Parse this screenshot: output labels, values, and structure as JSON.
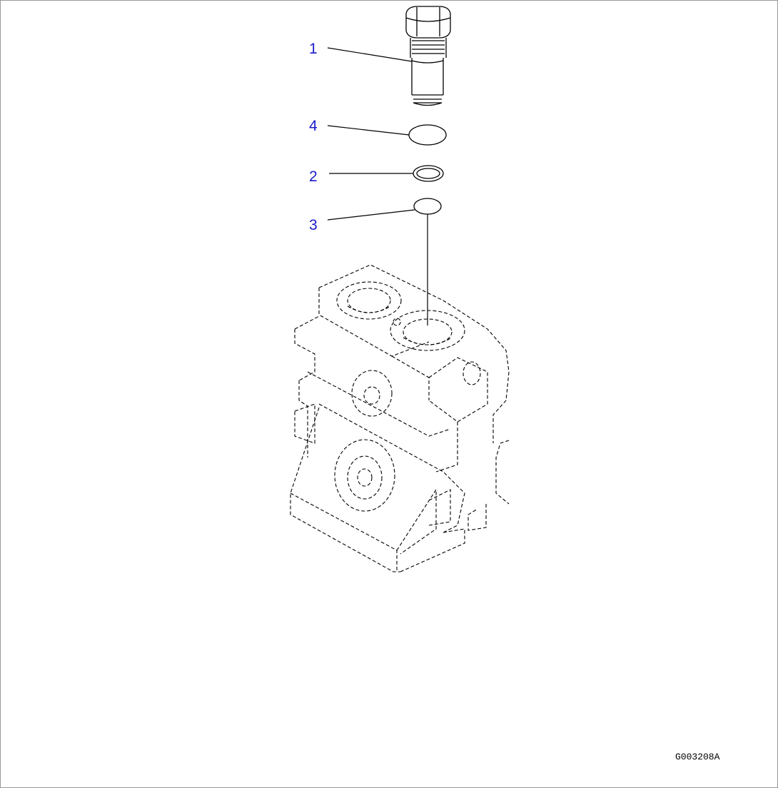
{
  "callouts": [
    {
      "id": "1",
      "label": "1",
      "part": "plug"
    },
    {
      "id": "4",
      "label": "4",
      "part": "o-ring-upper"
    },
    {
      "id": "2",
      "label": "2",
      "part": "backup-ring"
    },
    {
      "id": "3",
      "label": "3",
      "part": "o-ring-lower"
    }
  ],
  "drawing_code": "G003208A",
  "colors": {
    "callout_text": "#1a1acc",
    "line_art": "#000000",
    "frame_border": "#9a9a9a",
    "background": "#ffffff"
  }
}
